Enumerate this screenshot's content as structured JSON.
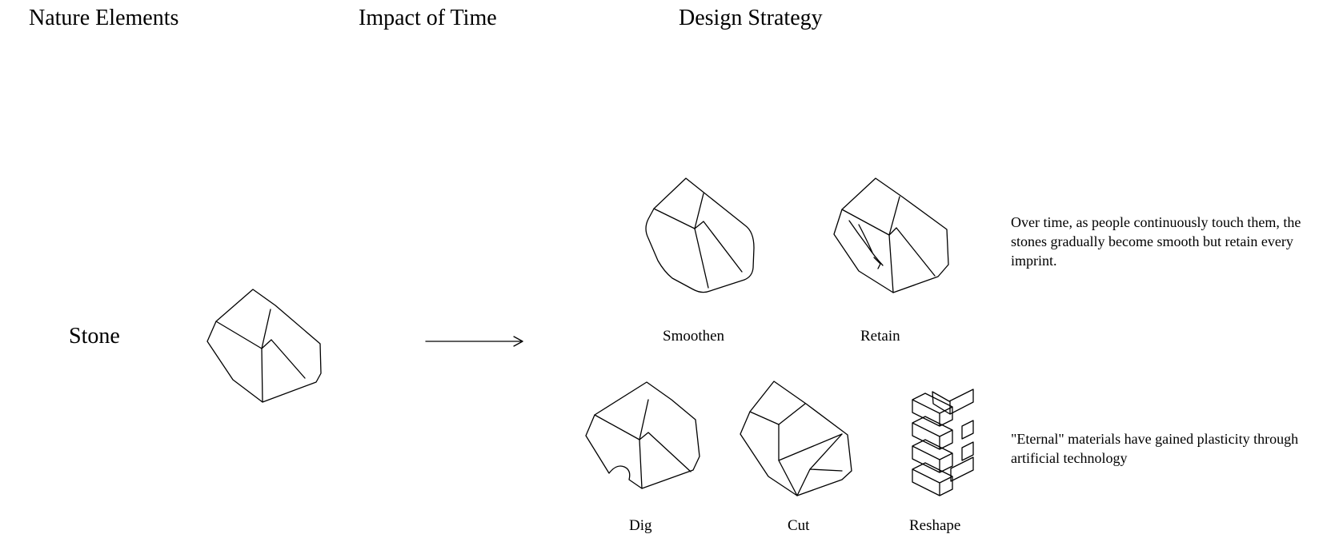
{
  "headings": {
    "nature_elements": "Nature Elements",
    "impact_of_time": "Impact of Time",
    "design_strategy": "Design Strategy"
  },
  "row_label": "Stone",
  "captions": {
    "smoothen": "Smoothen",
    "retain": "Retain",
    "dig": "Dig",
    "cut": "Cut",
    "reshape": "Reshape"
  },
  "descriptions": {
    "touch": "Over time, as people continuously touch them, the stones gradually become smooth but retain every imprint.",
    "eternal": "\"Eternal\" materials have gained plasticity through artificial technology"
  },
  "colors": {
    "background": "#ffffff",
    "ink": "#000000"
  }
}
